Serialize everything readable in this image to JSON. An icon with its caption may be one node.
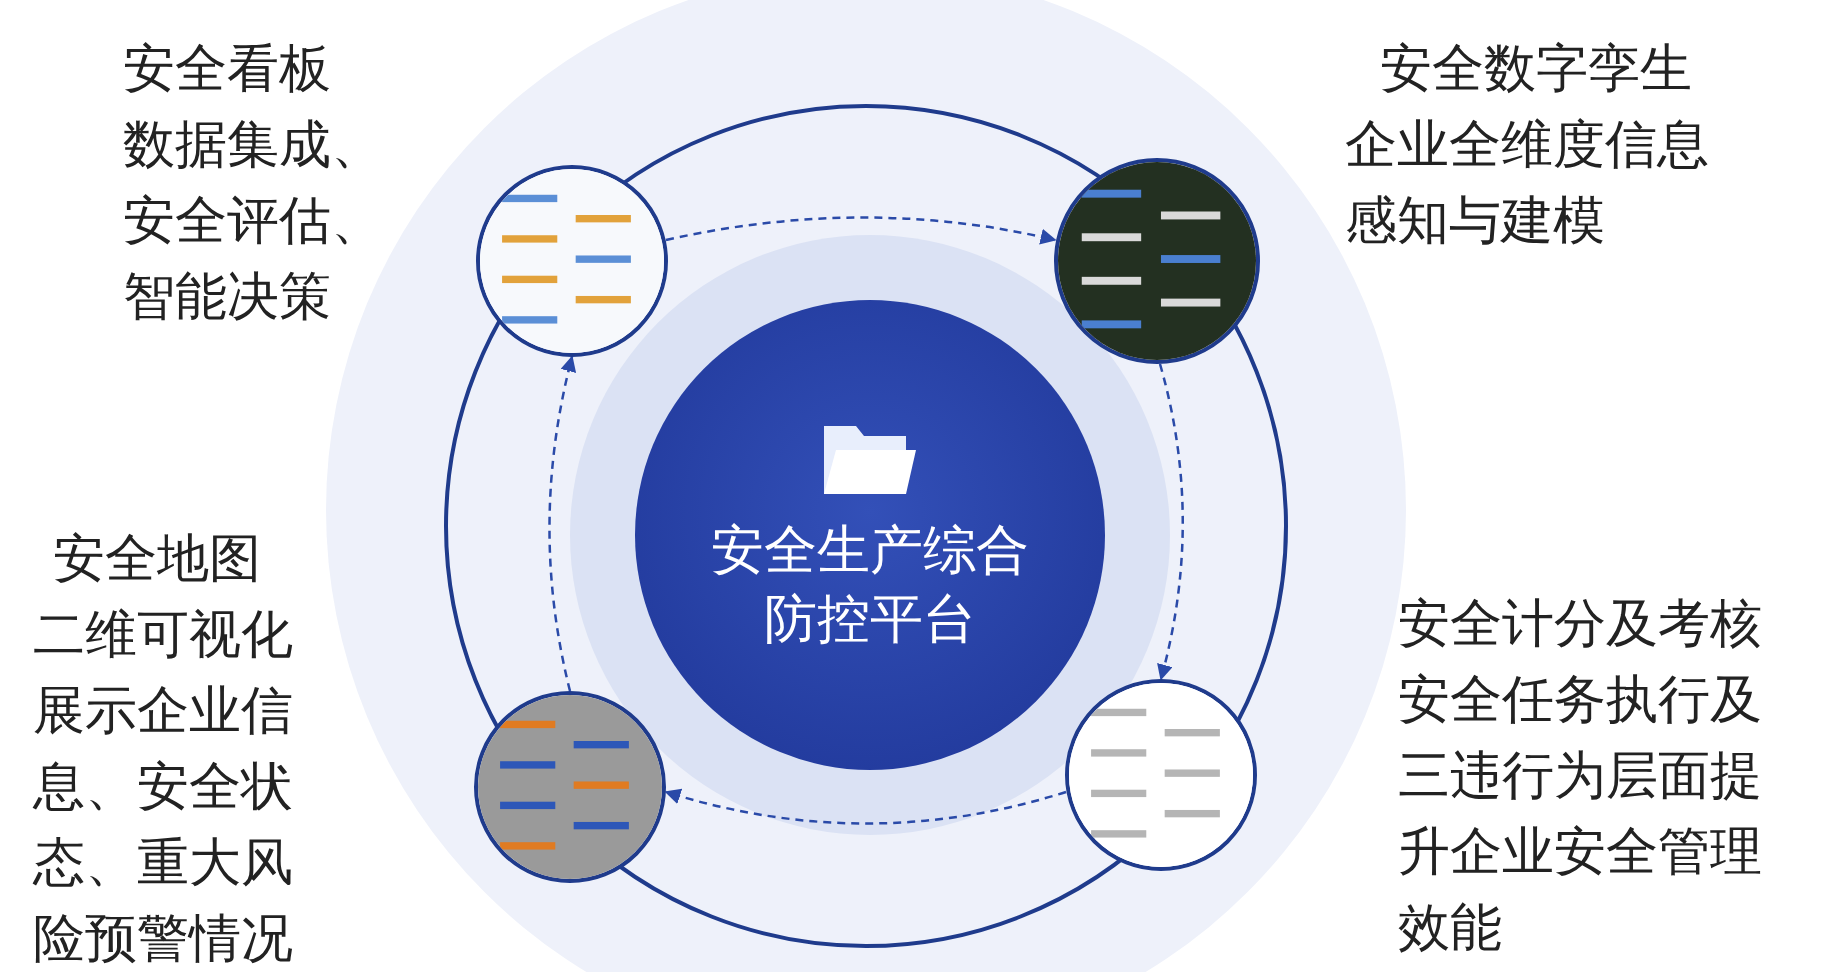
{
  "diagram": {
    "nodes": [
      {
        "text": [],
        "shape": "picture",
        "beside": [
          "安全看板",
          "数据集成、安全评估、智能决策"
        ]
      },
      {
        "text": [],
        "shape": "picture",
        "beside": [
          "安全数字孪生",
          "企业全维度信息感知与建模"
        ]
      },
      {
        "text": [
          "安全生产综合防控平台"
        ]
      },
      {
        "text": [],
        "shape": "picture",
        "beside": [
          "安全地图",
          "二维可视化展示企业信息、安全状态、重大风险预警情况"
        ]
      },
      {
        "text": [],
        "shape": "picture",
        "beside": [
          "安全计分及考核",
          "安全任务执行及三违行为层面提升企业安全管理效能"
        ]
      }
    ],
    "edges": [
      {
        "from": 0,
        "to": 1,
        "arrow": "to",
        "style": "dashed"
      },
      {
        "from": 1,
        "to": 4,
        "arrow": "to",
        "style": "dashed"
      },
      {
        "from": 4,
        "to": 3,
        "arrow": "to",
        "style": "dashed"
      },
      {
        "from": 3,
        "to": 0,
        "arrow": "to",
        "style": "dashed"
      }
    ]
  }
}
